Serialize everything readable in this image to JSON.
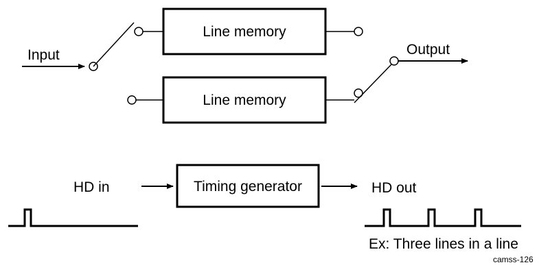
{
  "diagram": {
    "input_label": "Input",
    "output_label": "Output",
    "line_memory_top": "Line memory",
    "line_memory_bottom": "Line memory",
    "hd_in_label": "HD in",
    "timing_generator": "Timing generator",
    "hd_out_label": "HD out",
    "example_note": "Ex: Three lines in a line",
    "figure_id": "camss-126"
  }
}
